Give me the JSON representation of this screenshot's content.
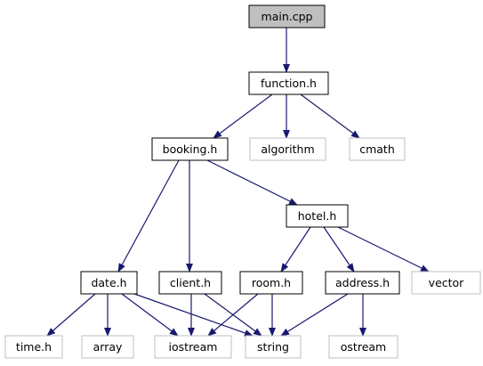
{
  "colors": {
    "edge": "#191970",
    "root_fill": "#bfbfbf",
    "node_border": "#000000",
    "system_border": "#bfbfbf",
    "text": "#000000"
  },
  "nodes": [
    {
      "id": "main_cpp",
      "label": "main.cpp",
      "kind": "root"
    },
    {
      "id": "function_h",
      "label": "function.h",
      "kind": "local"
    },
    {
      "id": "booking_h",
      "label": "booking.h",
      "kind": "local"
    },
    {
      "id": "algorithm",
      "label": "algorithm",
      "kind": "system"
    },
    {
      "id": "cmath",
      "label": "cmath",
      "kind": "system"
    },
    {
      "id": "hotel_h",
      "label": "hotel.h",
      "kind": "local"
    },
    {
      "id": "date_h",
      "label": "date.h",
      "kind": "local"
    },
    {
      "id": "client_h",
      "label": "client.h",
      "kind": "local"
    },
    {
      "id": "room_h",
      "label": "room.h",
      "kind": "local"
    },
    {
      "id": "address_h",
      "label": "address.h",
      "kind": "local"
    },
    {
      "id": "vector",
      "label": "vector",
      "kind": "system"
    },
    {
      "id": "time_h",
      "label": "time.h",
      "kind": "system"
    },
    {
      "id": "array",
      "label": "array",
      "kind": "system"
    },
    {
      "id": "iostream",
      "label": "iostream",
      "kind": "system"
    },
    {
      "id": "string",
      "label": "string",
      "kind": "system"
    },
    {
      "id": "ostream",
      "label": "ostream",
      "kind": "system"
    }
  ],
  "edges": [
    {
      "from": "main_cpp",
      "to": "function_h"
    },
    {
      "from": "function_h",
      "to": "booking_h"
    },
    {
      "from": "function_h",
      "to": "algorithm"
    },
    {
      "from": "function_h",
      "to": "cmath"
    },
    {
      "from": "booking_h",
      "to": "date_h"
    },
    {
      "from": "booking_h",
      "to": "client_h"
    },
    {
      "from": "booking_h",
      "to": "hotel_h"
    },
    {
      "from": "hotel_h",
      "to": "room_h"
    },
    {
      "from": "hotel_h",
      "to": "address_h"
    },
    {
      "from": "hotel_h",
      "to": "vector"
    },
    {
      "from": "date_h",
      "to": "time_h"
    },
    {
      "from": "date_h",
      "to": "array"
    },
    {
      "from": "date_h",
      "to": "iostream"
    },
    {
      "from": "date_h",
      "to": "string"
    },
    {
      "from": "client_h",
      "to": "iostream"
    },
    {
      "from": "client_h",
      "to": "string"
    },
    {
      "from": "room_h",
      "to": "iostream"
    },
    {
      "from": "room_h",
      "to": "string"
    },
    {
      "from": "address_h",
      "to": "string"
    },
    {
      "from": "address_h",
      "to": "ostream"
    }
  ]
}
